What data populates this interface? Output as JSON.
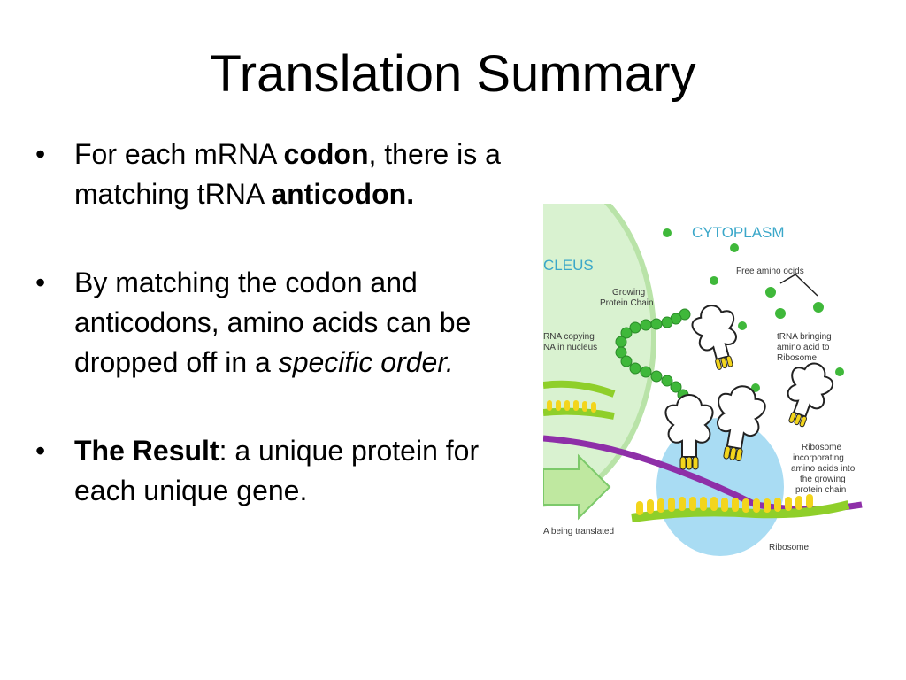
{
  "slide": {
    "title": "Translation Summary"
  },
  "bullets": [
    {
      "parts": [
        {
          "text": "For each mRNA ",
          "style": "normal"
        },
        {
          "text": "codon",
          "style": "bold"
        },
        {
          "text": ", there is a matching tRNA ",
          "style": "normal"
        },
        {
          "text": "anticodon.",
          "style": "bold"
        }
      ]
    },
    {
      "parts": [
        {
          "text": "By matching the codon and anticodons, amino acids can be dropped off in a ",
          "style": "normal"
        },
        {
          "text": "specific order.",
          "style": "italic"
        }
      ]
    },
    {
      "parts": [
        {
          "text": "The Result",
          "style": "bold"
        },
        {
          "text": ": a unique protein for each unique gene.",
          "style": "normal"
        }
      ]
    }
  ],
  "bullet_symbol": "•",
  "figure": {
    "labels": {
      "cytoplasm": "CYTOPLASM",
      "nucleus": "CLEUS",
      "free_amino_acids": "Free amino ocids",
      "growing_chain_1": "Growing",
      "growing_chain_2": "Protein Chain",
      "mrna_copying_1": "RNA copying",
      "mrna_copying_2": "NA in nucleus",
      "trna_bringing_1": "tRNA bringing",
      "trna_bringing_2": "amino acid to",
      "trna_bringing_3": "Ribosome",
      "ribosome_inc_1": "Ribosome",
      "ribosome_inc_2": "incorporating",
      "ribosome_inc_3": "amino acids into",
      "ribosome_inc_4": "the growing",
      "ribosome_inc_5": "protein chain",
      "being_translated": "A being translated",
      "ribosome": "Ribosome"
    },
    "colors": {
      "nucleus": "#d9f2d0",
      "nucleus_edge": "#b9e3a8",
      "ribosome": "#a9dcf3",
      "amino_acid": "#3fb83a",
      "trna": "#ffffff",
      "base_yellow": "#f3d51c",
      "mrna_green": "#8fcf2a",
      "mrna_purple": "#8e2fa8",
      "arrow": "#bfe8a0",
      "cytoplasm_text": "#3aa7c9"
    }
  }
}
